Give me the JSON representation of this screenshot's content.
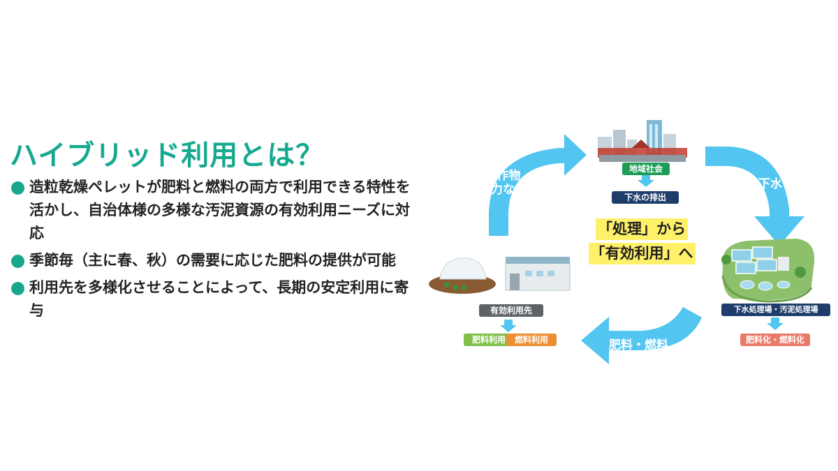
{
  "heading": "ハイブリッド利用とは？",
  "bullets": [
    "造粒乾燥ペレットが肥料と燃料の両方で利用できる特性を活かし、自治体様の多様な汚泥資源の有効利用ニーズに対応",
    "季節毎（主に春、秋）の需要に応じた肥料の提供が可能",
    "利用先を多様化させることによって、長期の安定利用に寄与"
  ],
  "diagram": {
    "center_line1": "「処理」から",
    "center_line2": "「有効利用」へ",
    "community": {
      "label": "地域社会",
      "sub": "下水の排出"
    },
    "treatment": {
      "label": "下水処理場・汚泥処理場",
      "sub": "肥料化・燃料化"
    },
    "users": {
      "label": "有効利用先",
      "sub1": "肥料利用",
      "sub2": "燃料利用"
    },
    "arrow_top_right": "下水",
    "arrow_bottom": "肥料・燃料",
    "arrow_left_line1": "農作物",
    "arrow_left_line2": "電力など"
  },
  "colors": {
    "heading": "#17a98f",
    "bullet_dot": "#1aa68a",
    "cycle_arrow": "#52c5f0",
    "highlight": "#fff06a"
  }
}
